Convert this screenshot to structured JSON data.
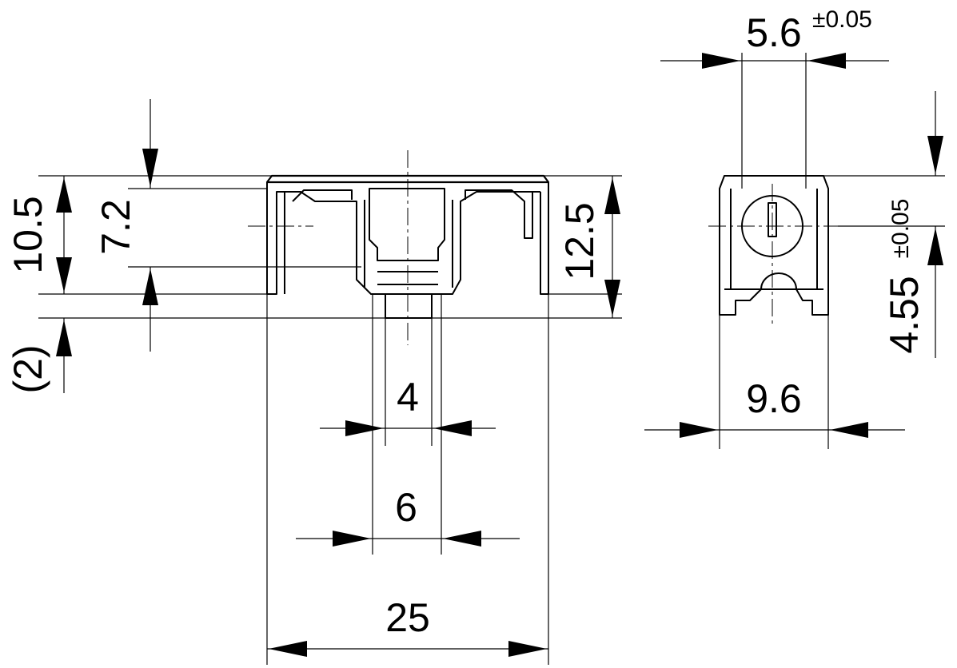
{
  "dimensions": {
    "d_10_5": "10.5",
    "d_7_2": "7.2",
    "d_2": "(2)",
    "d_12_5": "12.5",
    "d_4": "4",
    "d_6": "6",
    "d_25": "25",
    "d_5_6": "5.6",
    "d_5_6_tol": "±0.05",
    "d_9_6": "9.6",
    "d_4_55": "4.55",
    "d_4_55_tol": "±0.05"
  },
  "colors": {
    "line": "#000000",
    "background": "#ffffff"
  }
}
